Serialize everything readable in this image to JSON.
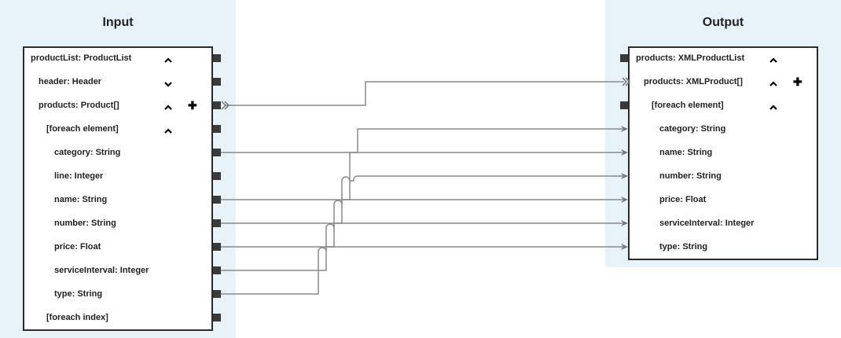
{
  "input": {
    "title": "Input",
    "rows": [
      {
        "label": "productList: ProductList",
        "indent": 0,
        "chevron": "up",
        "plus": false
      },
      {
        "label": "header: Header",
        "indent": 1,
        "chevron": "down",
        "plus": false
      },
      {
        "label": "products: Product[]",
        "indent": 1,
        "chevron": "up",
        "plus": true
      },
      {
        "label": "[foreach element]",
        "indent": 2,
        "chevron": "up",
        "plus": false
      },
      {
        "label": "category: String",
        "indent": 3,
        "chevron": null,
        "plus": false
      },
      {
        "label": "line: Integer",
        "indent": 3,
        "chevron": null,
        "plus": false
      },
      {
        "label": "name: String",
        "indent": 3,
        "chevron": null,
        "plus": false
      },
      {
        "label": "number: String",
        "indent": 3,
        "chevron": null,
        "plus": false
      },
      {
        "label": "price: Float",
        "indent": 3,
        "chevron": null,
        "plus": false
      },
      {
        "label": "serviceInterval: Integer",
        "indent": 3,
        "chevron": null,
        "plus": false
      },
      {
        "label": "type: String",
        "indent": 3,
        "chevron": null,
        "plus": false
      },
      {
        "label": "[foreach index]",
        "indent": 2,
        "chevron": null,
        "plus": false
      }
    ]
  },
  "output": {
    "title": "Output",
    "rows": [
      {
        "label": "products: XMLProductList",
        "indent": 0,
        "chevron": "up",
        "plus": false
      },
      {
        "label": "products: XMLProduct[]",
        "indent": 1,
        "chevron": "up",
        "plus": true
      },
      {
        "label": "[foreach element]",
        "indent": 2,
        "chevron": "up",
        "plus": false
      },
      {
        "label": "category: String",
        "indent": 3,
        "chevron": null,
        "plus": false
      },
      {
        "label": "name: String",
        "indent": 3,
        "chevron": null,
        "plus": false
      },
      {
        "label": "number: String",
        "indent": 3,
        "chevron": null,
        "plus": false
      },
      {
        "label": "price: Float",
        "indent": 3,
        "chevron": null,
        "plus": false
      },
      {
        "label": "serviceInterval: Integer",
        "indent": 3,
        "chevron": null,
        "plus": false
      },
      {
        "label": "type: String",
        "indent": 3,
        "chevron": null,
        "plus": false
      }
    ]
  },
  "connections": [
    {
      "from": "products: Product[]",
      "to": "products: XMLProduct[]",
      "kind": "iteration"
    },
    {
      "from": "category: String",
      "to": "category: String"
    },
    {
      "from": "name: String",
      "to": "name: String"
    },
    {
      "from": "number: String",
      "to": "number: String"
    },
    {
      "from": "price: Float",
      "to": "price: Float"
    },
    {
      "from": "serviceInterval: Integer",
      "to": "serviceInterval: Integer"
    },
    {
      "from": "type: String",
      "to": "type: String"
    }
  ],
  "colors": {
    "panel_bg": "#e7f2f9",
    "wire": "#8a8a8a",
    "port": "#3a3a3a",
    "border": "#2b2b2b"
  }
}
